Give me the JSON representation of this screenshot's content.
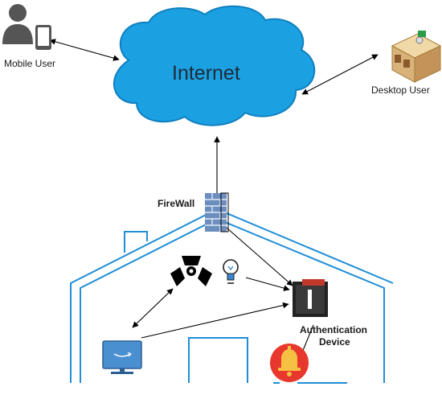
{
  "labels": {
    "mobile_user": "Mobile User",
    "desktop_user": "Desktop User",
    "internet": "Internet",
    "firewall": "FireWall",
    "auth_device_line1": "Authentication",
    "auth_device_line2": "Device"
  },
  "icons": {
    "mobile_user": "person-with-phone-icon",
    "desktop_user": "desktop-computer-icon",
    "cloud": "cloud-icon",
    "firewall": "brick-firewall-icon",
    "fan": "smart-fan-icon",
    "bulb": "smart-bulb-icon",
    "tv": "smart-tv-icon",
    "alarm": "alarm-bell-icon",
    "auth": "authentication-device-icon"
  },
  "colors": {
    "cloud_fill": "#1ba1e2",
    "cloud_stroke": "#0f7fc0",
    "house_line": "#1f8ed6",
    "firewall": "#6c8ebf",
    "alarm": "#e8372d",
    "tv": "#4a8fd0"
  }
}
